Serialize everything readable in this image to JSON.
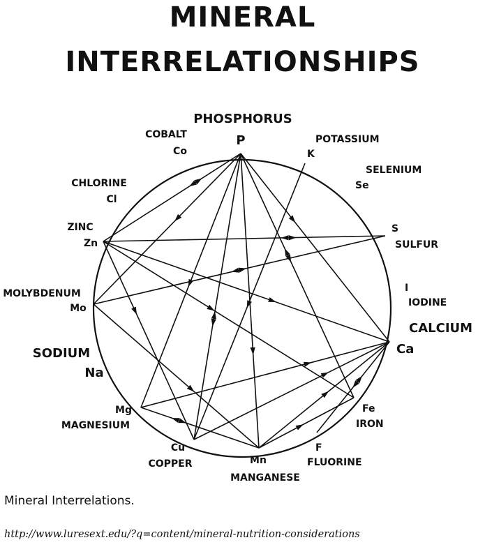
{
  "title": {
    "line1": "MINERAL",
    "line2": "INTERRELATIONSHIPS"
  },
  "caption": "Mineral Interrelations.",
  "url": "http://www.luresext.edu/?q=content/mineral-nutrition-considerations",
  "nodes": {
    "phosphorus": {
      "name": "PHOSPHORUS",
      "symbol": "P"
    },
    "cobalt": {
      "name": "COBALT",
      "symbol": "Co"
    },
    "potassium": {
      "name": "POTASSIUM",
      "symbol": "K"
    },
    "selenium": {
      "name": "SELENIUM",
      "symbol": "Se"
    },
    "chlorine": {
      "name": "CHLORINE",
      "symbol": "Cl"
    },
    "zinc": {
      "name": "ZINC",
      "symbol": "Zn"
    },
    "sulfur": {
      "name": "SULFUR",
      "symbol": "S"
    },
    "iodine": {
      "name": "IODINE",
      "symbol": "I"
    },
    "molybdenum": {
      "name": "MOLYBDENUM",
      "symbol": "Mo"
    },
    "calcium": {
      "name": "CALCIUM",
      "symbol": "Ca"
    },
    "sodium": {
      "name": "SODIUM",
      "symbol": "Na"
    },
    "magnesium": {
      "name": "MAGNESIUM",
      "symbol": "Mg"
    },
    "iron": {
      "name": "IRON",
      "symbol": "Fe"
    },
    "copper": {
      "name": "COPPER",
      "symbol": "Cu"
    },
    "fluorine": {
      "name": "FLUORINE",
      "symbol": "F"
    },
    "manganese": {
      "name": "MANGANESE",
      "symbol": "Mn"
    }
  },
  "links": [
    {
      "from": "phosphorus",
      "to": "zinc"
    },
    {
      "from": "phosphorus",
      "to": "molybdenum"
    },
    {
      "from": "phosphorus",
      "to": "magnesium"
    },
    {
      "from": "phosphorus",
      "to": "copper"
    },
    {
      "from": "phosphorus",
      "to": "manganese"
    },
    {
      "from": "phosphorus",
      "to": "calcium"
    },
    {
      "from": "phosphorus",
      "to": "iron"
    },
    {
      "from": "potassium",
      "to": "copper"
    },
    {
      "from": "zinc",
      "to": "calcium"
    },
    {
      "from": "zinc",
      "to": "sulfur"
    },
    {
      "from": "zinc",
      "to": "copper"
    },
    {
      "from": "zinc",
      "to": "iron"
    },
    {
      "from": "molybdenum",
      "to": "sulfur"
    },
    {
      "from": "molybdenum",
      "to": "manganese"
    },
    {
      "from": "magnesium",
      "to": "calcium"
    },
    {
      "from": "magnesium",
      "to": "manganese"
    },
    {
      "from": "manganese",
      "to": "iron"
    },
    {
      "from": "manganese",
      "to": "calcium"
    },
    {
      "from": "fluorine",
      "to": "calcium"
    },
    {
      "from": "copper",
      "to": "calcium"
    }
  ]
}
